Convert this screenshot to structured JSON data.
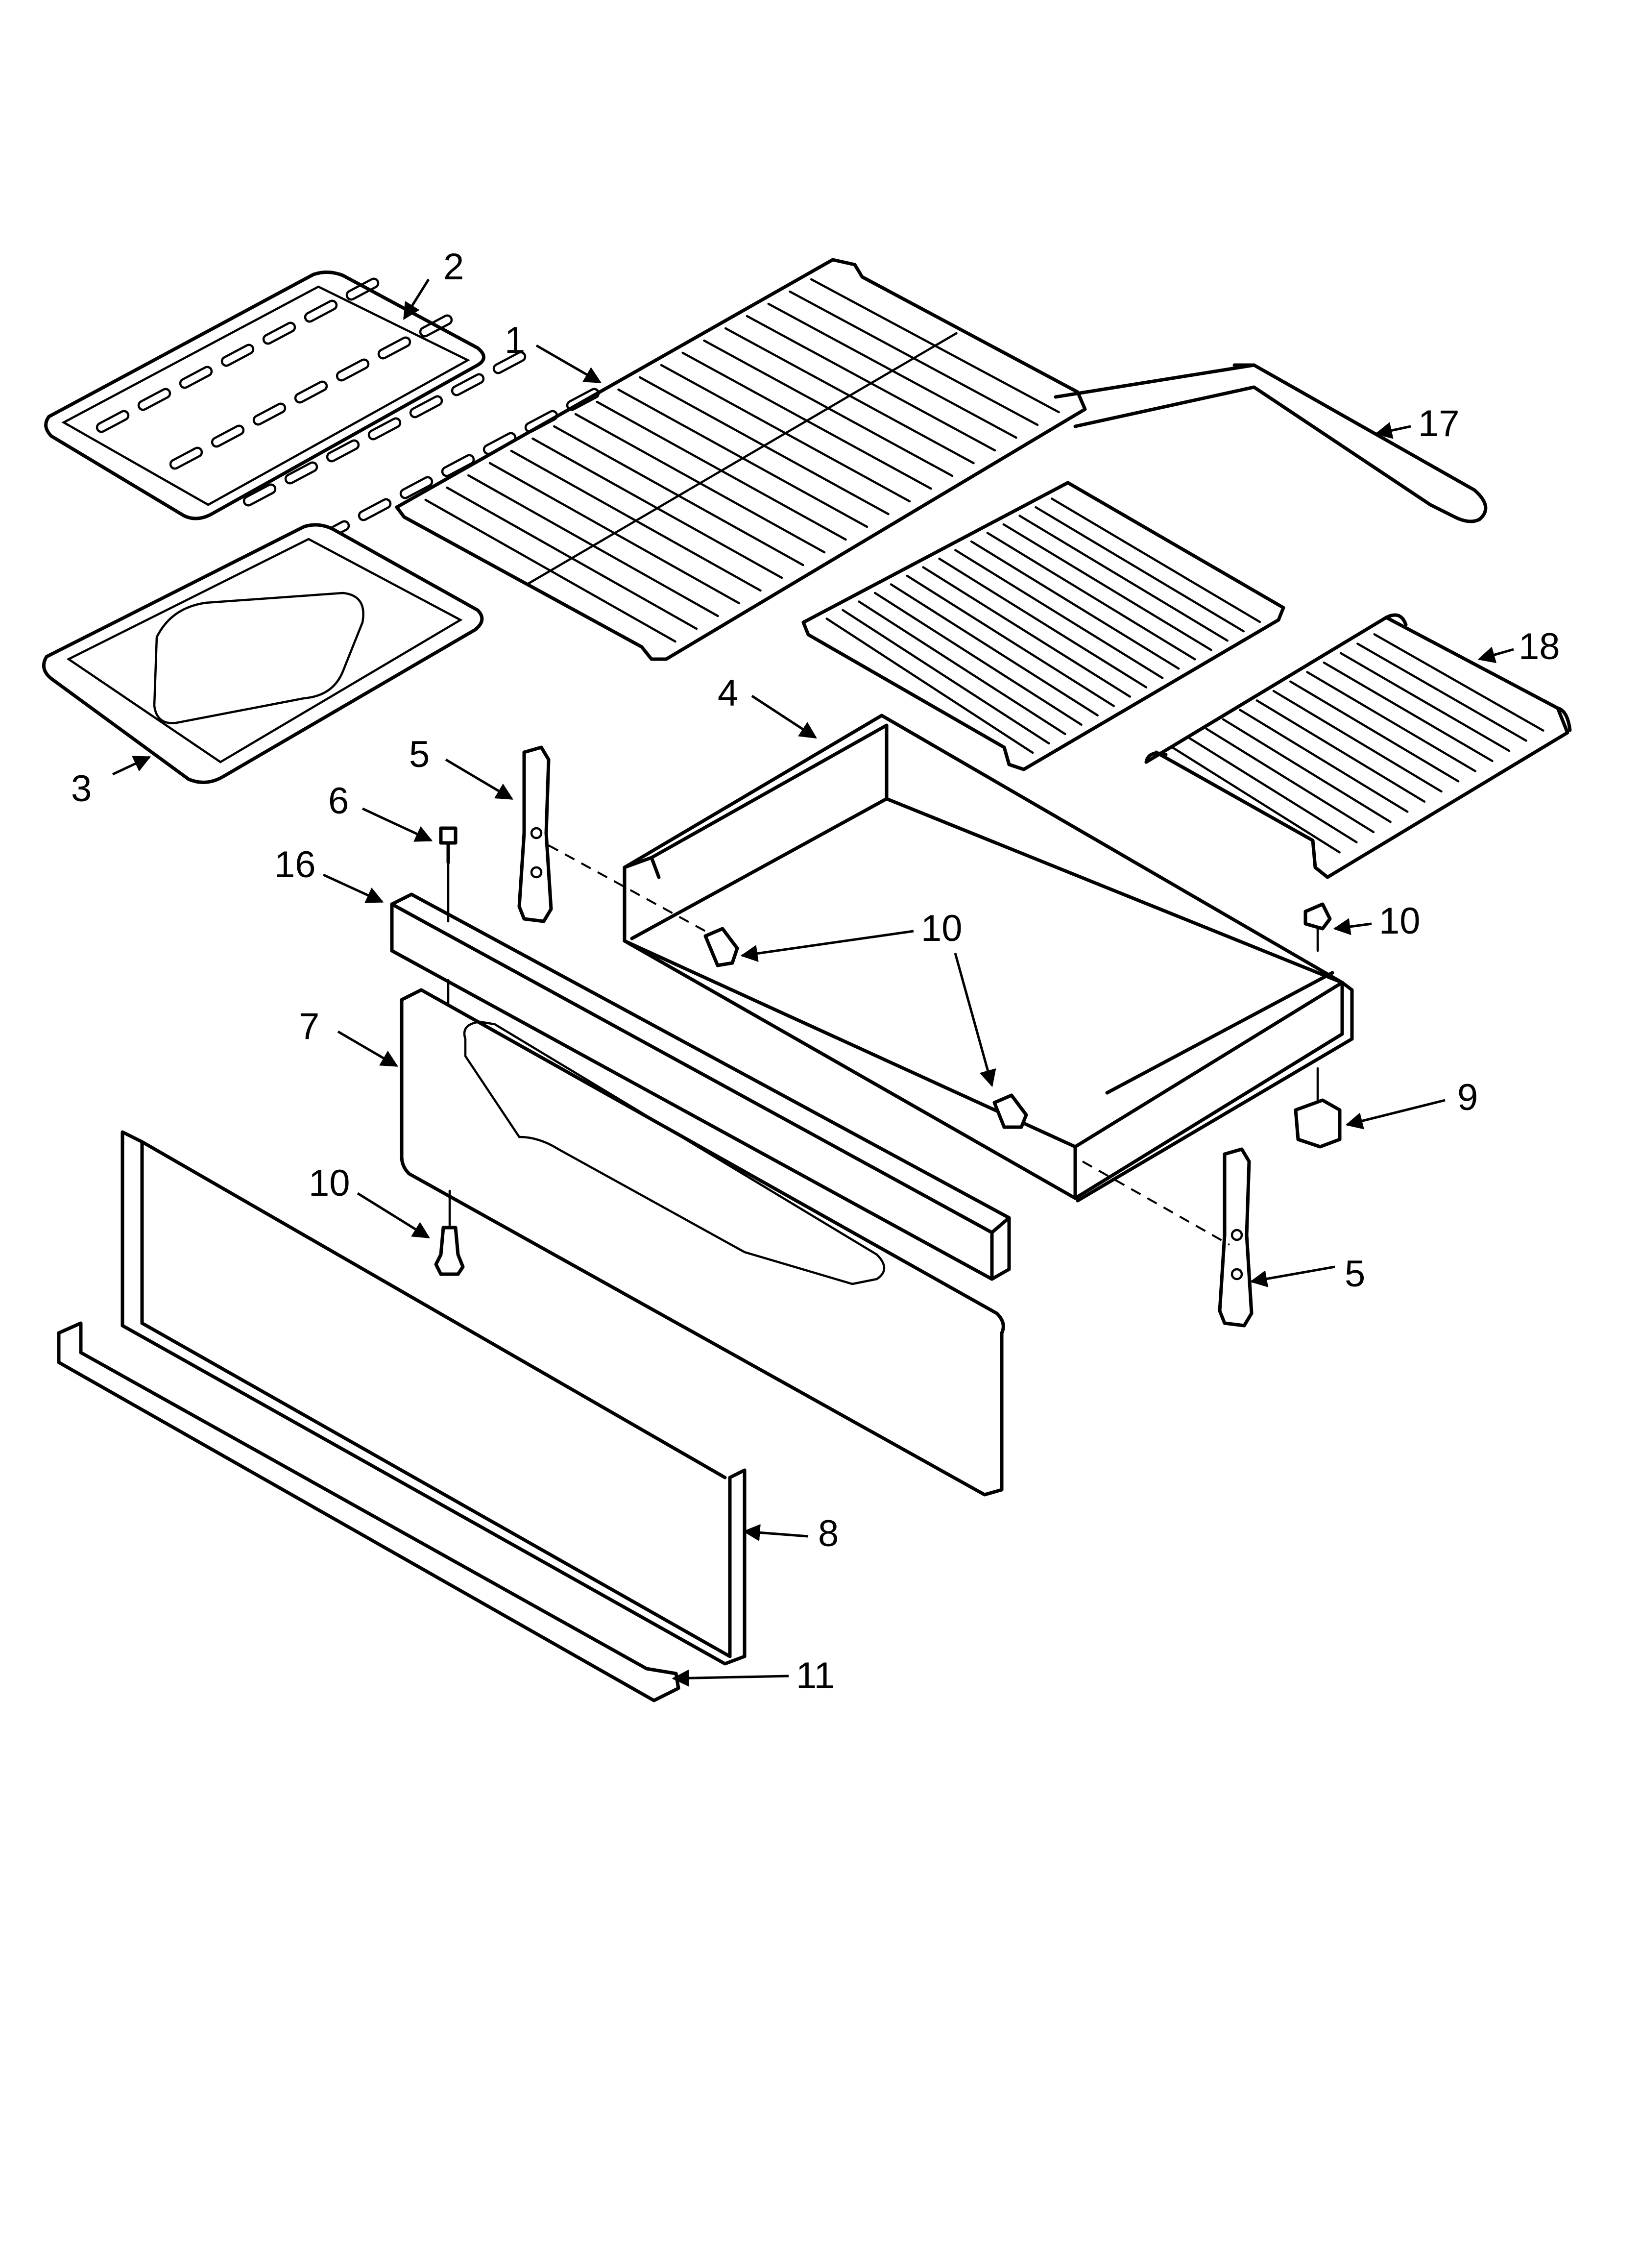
{
  "callouts": [
    {
      "id": "c1",
      "label": "1"
    },
    {
      "id": "c2",
      "label": "2"
    },
    {
      "id": "c3",
      "label": "3"
    },
    {
      "id": "c4",
      "label": "4"
    },
    {
      "id": "c5a",
      "label": "5"
    },
    {
      "id": "c5b",
      "label": "5"
    },
    {
      "id": "c6",
      "label": "6"
    },
    {
      "id": "c7",
      "label": "7"
    },
    {
      "id": "c8",
      "label": "8"
    },
    {
      "id": "c9",
      "label": "9"
    },
    {
      "id": "c10a",
      "label": "10"
    },
    {
      "id": "c10b",
      "label": "10"
    },
    {
      "id": "c10c",
      "label": "10"
    },
    {
      "id": "c11",
      "label": "11"
    },
    {
      "id": "c16",
      "label": "16"
    },
    {
      "id": "c17",
      "label": "17"
    },
    {
      "id": "c18",
      "label": "18"
    }
  ]
}
